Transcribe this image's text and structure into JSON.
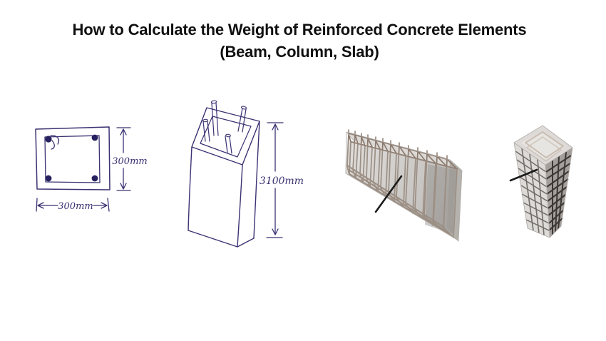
{
  "title": {
    "line1": "How to Calculate the Weight of Reinforced Concrete Elements",
    "line2": "(Beam, Column, Slab)"
  },
  "figures": {
    "cross_section_sketch": {
      "height_label": "300mm",
      "width_label": "300mm",
      "rebar_count": 4
    },
    "column_sketch": {
      "height_label": "3100mm",
      "dowel_count": 4
    },
    "beam_render": {
      "stirrup_count": 13
    },
    "column_render": {}
  },
  "colors": {
    "ink": "#3a3272",
    "ink_dark": "#272160",
    "title_color": "#101010",
    "concrete_light": "#d9d6d3",
    "concrete_mid": "#aba6a2",
    "concrete_dark": "#55504b",
    "rebar": "#8c7b6f",
    "pointer": "#1c1c1c"
  }
}
